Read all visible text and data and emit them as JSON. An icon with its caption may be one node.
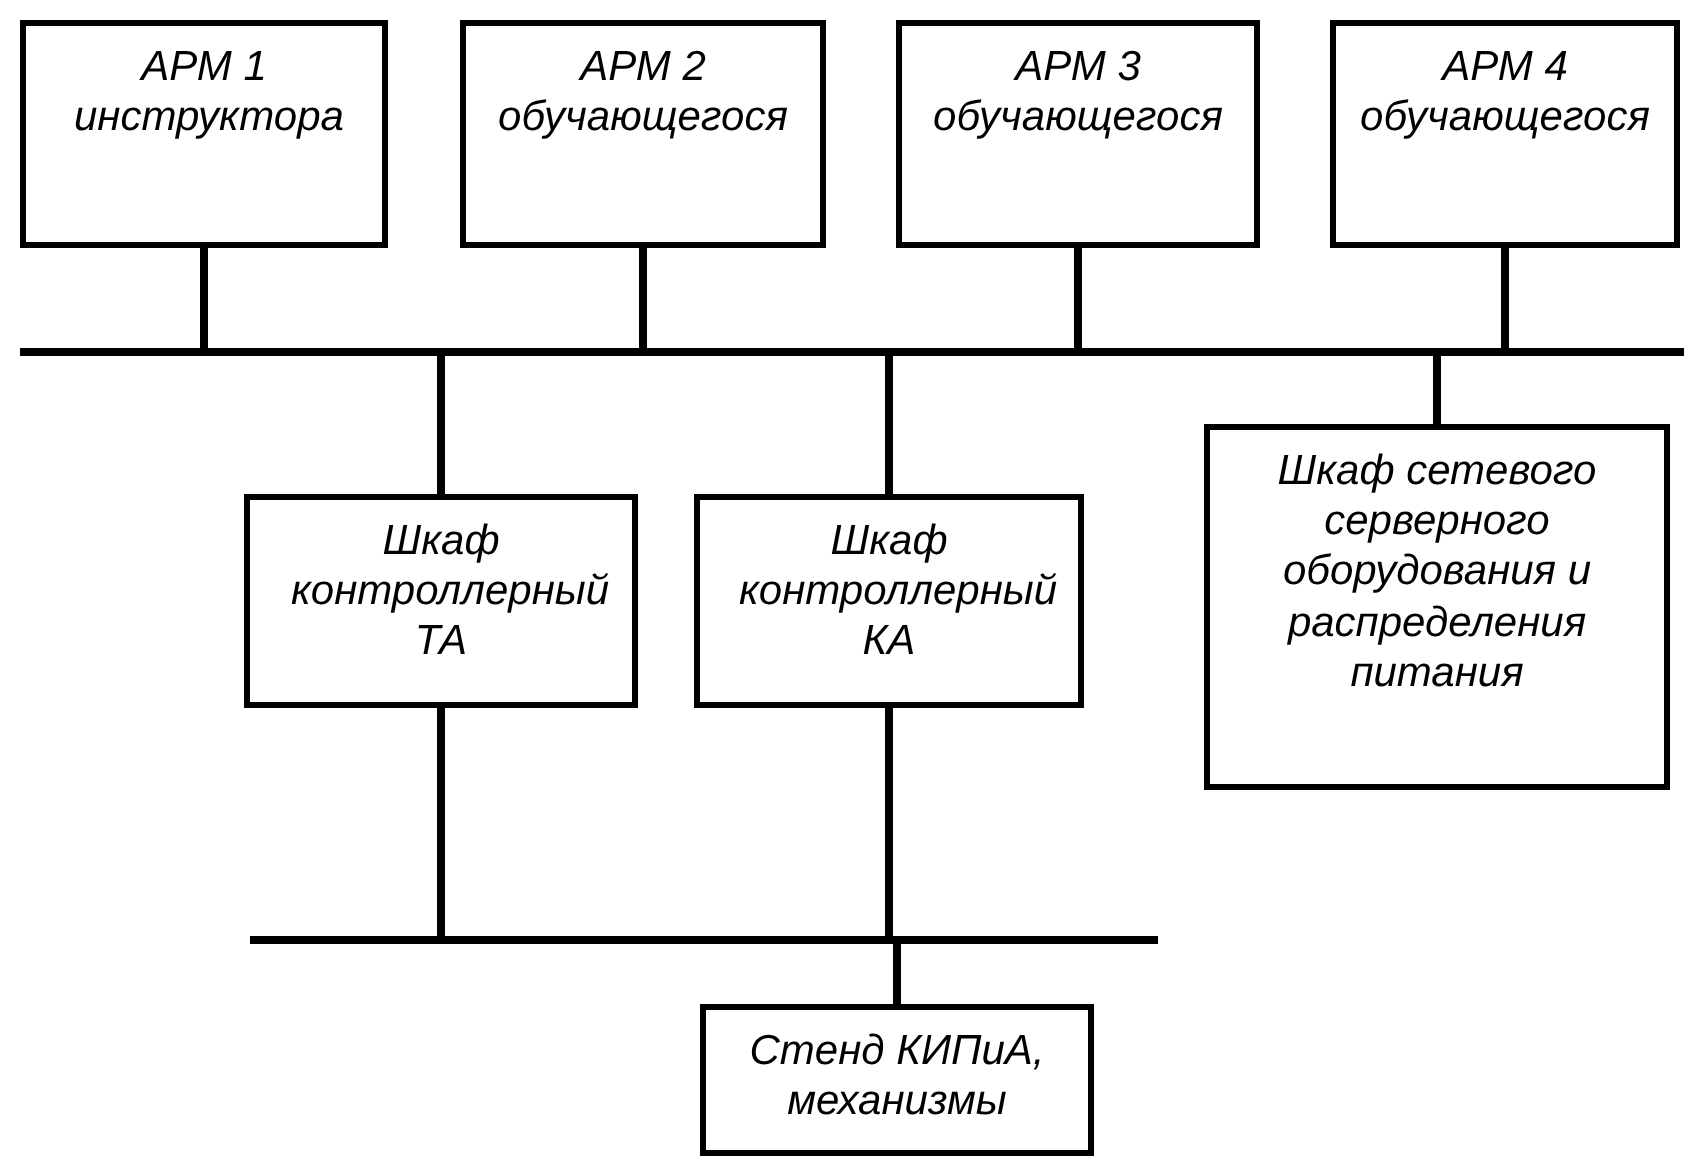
{
  "diagram": {
    "nodes": [
      {
        "text": [
          "АРМ 1 инструктора"
        ]
      },
      {
        "text": [
          "АРМ 2 обучающегося"
        ]
      },
      {
        "text": [
          "АРМ 3 обучающегося"
        ]
      },
      {
        "text": [
          "АРМ 4 обучающегося"
        ]
      },
      {
        "text": [],
        "shape": "bar"
      },
      {
        "text": [
          "Шкаф контроллерный ТА"
        ]
      },
      {
        "text": [
          "Шкаф контроллерный КА"
        ]
      },
      {
        "text": [
          "Шкаф сетевого серверного оборудования и распределения питания"
        ]
      },
      {
        "text": [],
        "shape": "bar"
      },
      {
        "text": [
          "Стенд КИПиА, механизмы"
        ]
      }
    ],
    "edges": [
      {
        "from": 0,
        "to": 4,
        "arrow": "none"
      },
      {
        "from": 1,
        "to": 4,
        "arrow": "none"
      },
      {
        "from": 2,
        "to": 4,
        "arrow": "none"
      },
      {
        "from": 3,
        "to": 4,
        "arrow": "none"
      },
      {
        "from": 4,
        "to": 5,
        "arrow": "none"
      },
      {
        "from": 4,
        "to": 6,
        "arrow": "none"
      },
      {
        "from": 4,
        "to": 7,
        "arrow": "none"
      },
      {
        "from": 5,
        "to": 8,
        "arrow": "none"
      },
      {
        "from": 6,
        "to": 8,
        "arrow": "none"
      },
      {
        "from": 8,
        "to": 9,
        "arrow": "none"
      }
    ]
  }
}
